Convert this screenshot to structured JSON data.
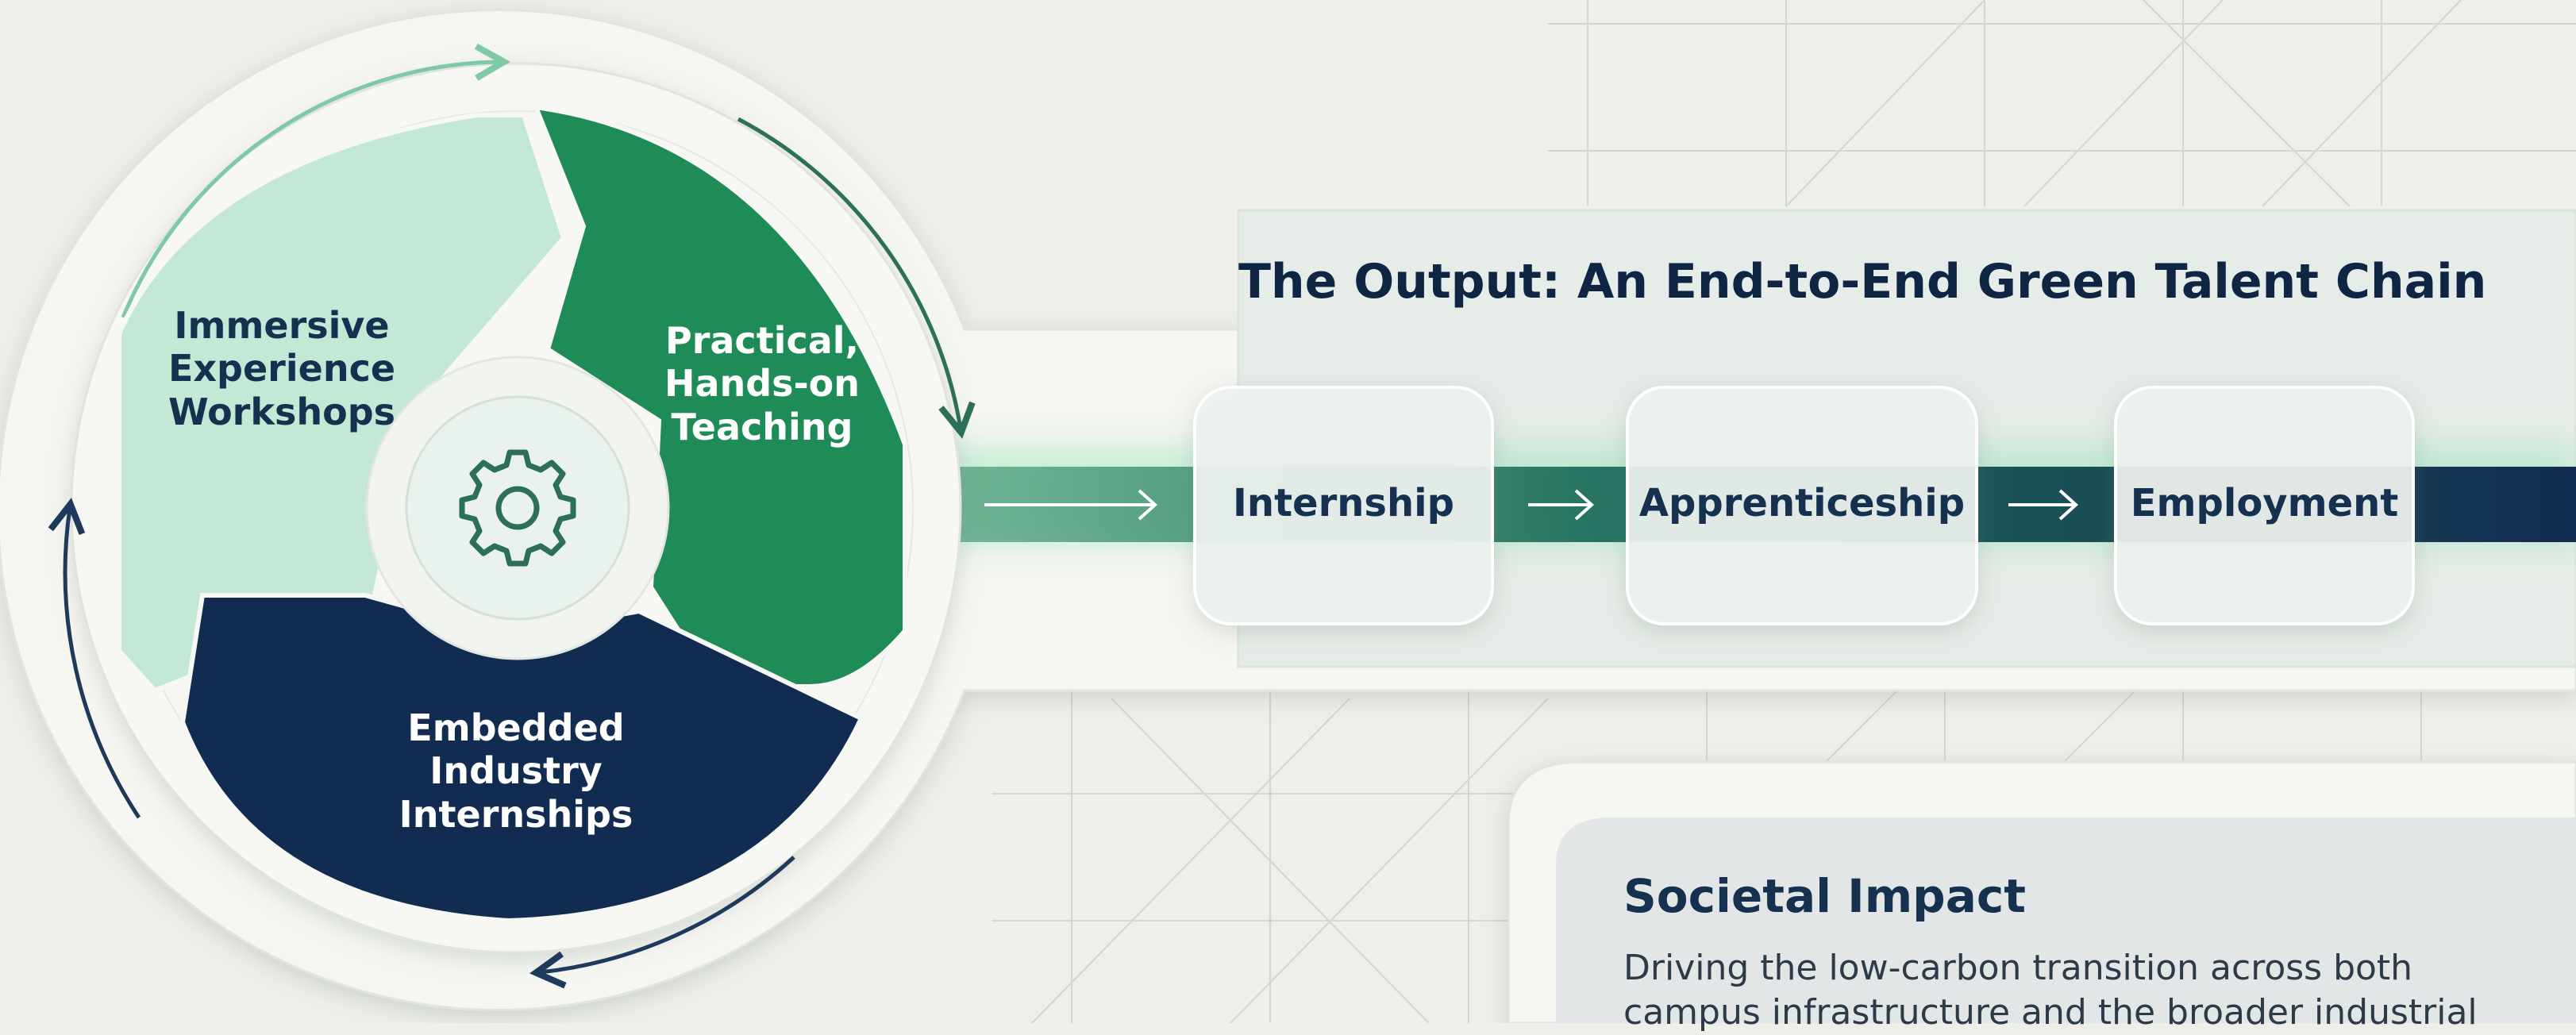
{
  "cycle": {
    "segments": [
      {
        "label_lines": [
          "Immersive",
          "Experience",
          "Workshops"
        ],
        "color": "#c3e8d6",
        "text_color": "#16304f"
      },
      {
        "label_lines": [
          "Practical,",
          "Hands-on",
          "Teaching"
        ],
        "color": "#1f8b57",
        "text_color": "#ffffff"
      },
      {
        "label_lines": [
          "Embedded",
          "Industry",
          "Internships"
        ],
        "color": "#122b50",
        "text_color": "#ffffff"
      }
    ],
    "center_icon": "gear-icon"
  },
  "chain": {
    "title": "The Output: An End-to-End Green Talent Chain",
    "nodes": [
      {
        "label": "Internship"
      },
      {
        "label": "Apprenticeship"
      },
      {
        "label": "Employment"
      }
    ],
    "arrow_icon": "arrow-right-icon"
  },
  "impact": {
    "title": "Societal Impact",
    "lines": [
      "Driving the low-carbon transition across both",
      "campus infrastructure and the broader industrial"
    ]
  },
  "colors": {
    "navy": "#122b50",
    "green": "#1f8b57",
    "mint": "#c3e8d6",
    "background": "#eeeeea"
  }
}
